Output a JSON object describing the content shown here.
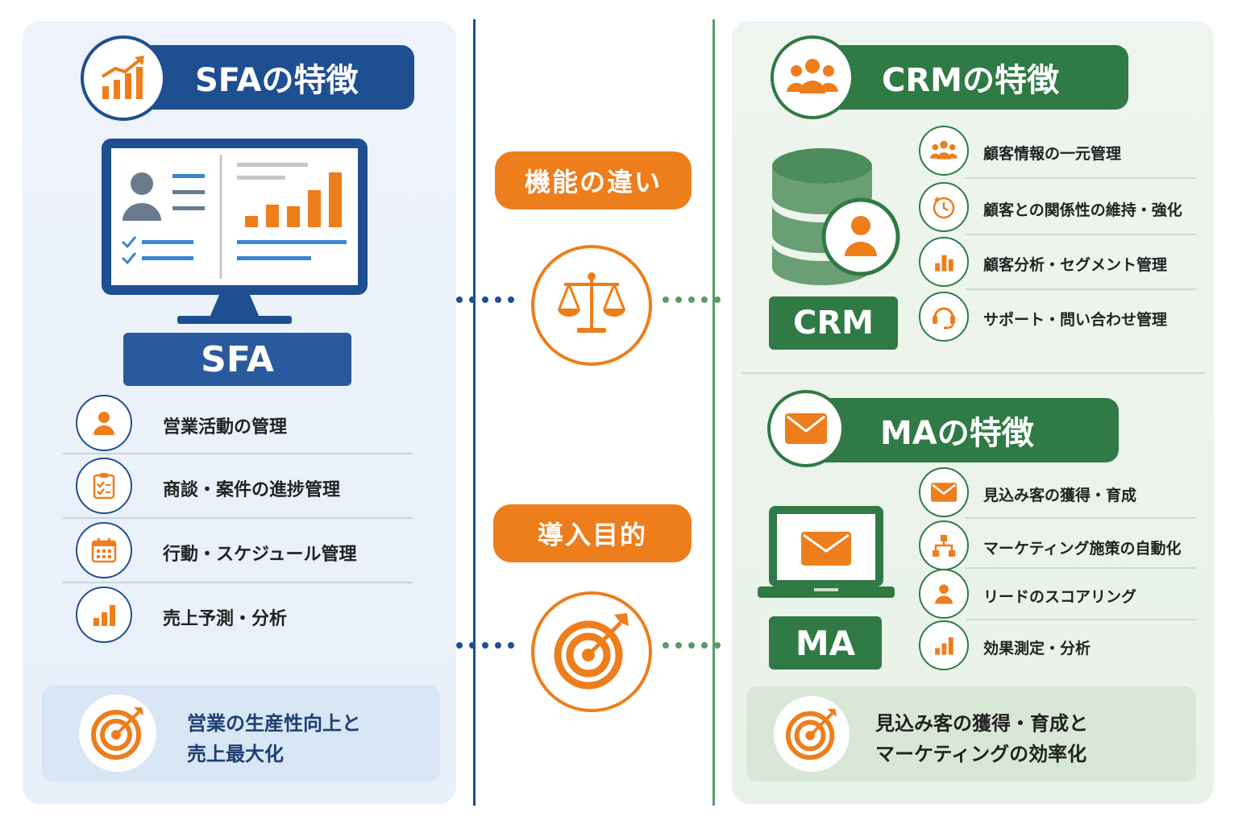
{
  "center": {
    "diff_label": "機能の違い",
    "purpose_label": "導入目的"
  },
  "sfa": {
    "title": "SFAの特徴",
    "label": "SFA",
    "items": [
      {
        "label": "営業活動の管理",
        "icon": "person-icon"
      },
      {
        "label": "商談・案件の進捗管理",
        "icon": "checklist-icon"
      },
      {
        "label": "行動・スケジュール管理",
        "icon": "calendar-icon"
      },
      {
        "label": "売上予測・分析",
        "icon": "bar-chart-icon"
      }
    ],
    "purpose_line1": "営業の生産性向上と",
    "purpose_line2": "売上最大化"
  },
  "crm": {
    "title": "CRMの特徴",
    "label": "CRM",
    "items": [
      {
        "label": "顧客情報の一元管理",
        "icon": "group-icon"
      },
      {
        "label": "顧客との関係性の維持・強化",
        "icon": "clock-icon"
      },
      {
        "label": "顧客分析・セグメント管理",
        "icon": "bar-chart-icon"
      },
      {
        "label": "サポート・問い合わせ管理",
        "icon": "headset-icon"
      }
    ]
  },
  "ma": {
    "title": "MAの特徴",
    "label": "MA",
    "items": [
      {
        "label": "見込み客の獲得・育成",
        "icon": "mail-icon"
      },
      {
        "label": "マーケティング施策の自動化",
        "icon": "flow-icon"
      },
      {
        "label": "リードのスコアリング",
        "icon": "person-icon"
      },
      {
        "label": "効果測定・分析",
        "icon": "bar-chart-icon"
      }
    ],
    "purpose_line1": "見込み客の獲得・育成と",
    "purpose_line2": "マーケティングの効率化"
  },
  "colors": {
    "blue": "#1d4f91",
    "green": "#2f7a45",
    "orange": "#ee7d1b"
  }
}
